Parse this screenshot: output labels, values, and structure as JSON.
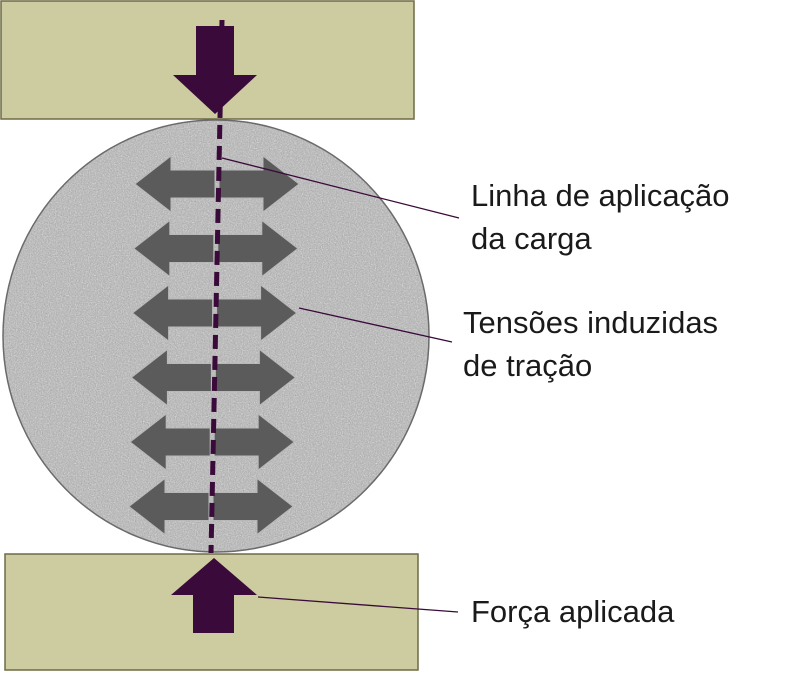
{
  "colors": {
    "plate_fill": "#cdcba0",
    "plate_stroke": "#6f6b45",
    "force_arrow": "#3a0a3a",
    "load_line": "#3a0a3a",
    "tension_arrow": "#5b5b5b",
    "specimen_base": "#a7a7a7",
    "leader_line": "#3a0a3a"
  },
  "labels": {
    "load_line": [
      "Linha de aplicação",
      "da carga"
    ],
    "tensile_stress": [
      "Tensões induzidas",
      "de tração"
    ],
    "applied_force": "Força aplicada"
  },
  "tension_arrow_rows": 6,
  "icons": {
    "top_force": "arrow-down",
    "bottom_force": "arrow-up",
    "tension": "double-arrow-horizontal"
  }
}
